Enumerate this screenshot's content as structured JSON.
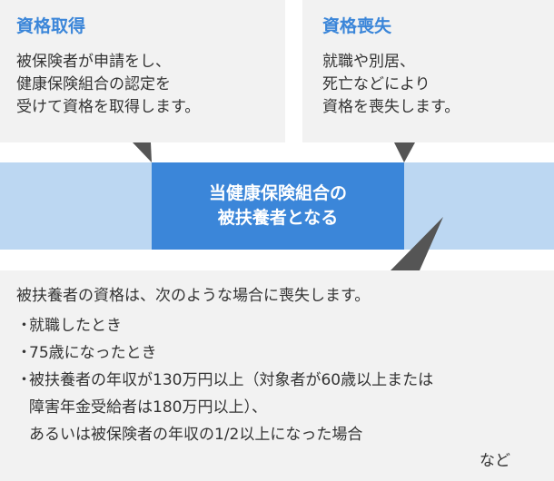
{
  "acquisition": {
    "title": "資格取得",
    "lines": [
      "被保険者が申請をし、",
      "健康保険組合の認定を",
      "受けて資格を取得します。"
    ]
  },
  "loss": {
    "title": "資格喪失",
    "lines": [
      "就職や別居、",
      "死亡などにより",
      "資格を喪失します。"
    ]
  },
  "center": {
    "lines": [
      "当健康保険組合の",
      "被扶養者となる"
    ]
  },
  "dependent_loss": {
    "intro": "被扶養者の資格は、次のような場合に喪失します。",
    "bullet": "・",
    "items": [
      {
        "lines": [
          "就職したとき"
        ]
      },
      {
        "lines": [
          "75歳になったとき"
        ]
      },
      {
        "lines": [
          "被扶養者の年収が130万円以上（対象者が60歳以上または",
          "障害年金受給者は180万円以上）、",
          "あるいは被保険者の年収の1/2以上になった場合"
        ]
      }
    ],
    "etc": "など"
  },
  "colors": {
    "accent": "#3b86d9",
    "band": "#bcd7f2",
    "box": "#f2f2f2",
    "pointer": "#555555"
  }
}
